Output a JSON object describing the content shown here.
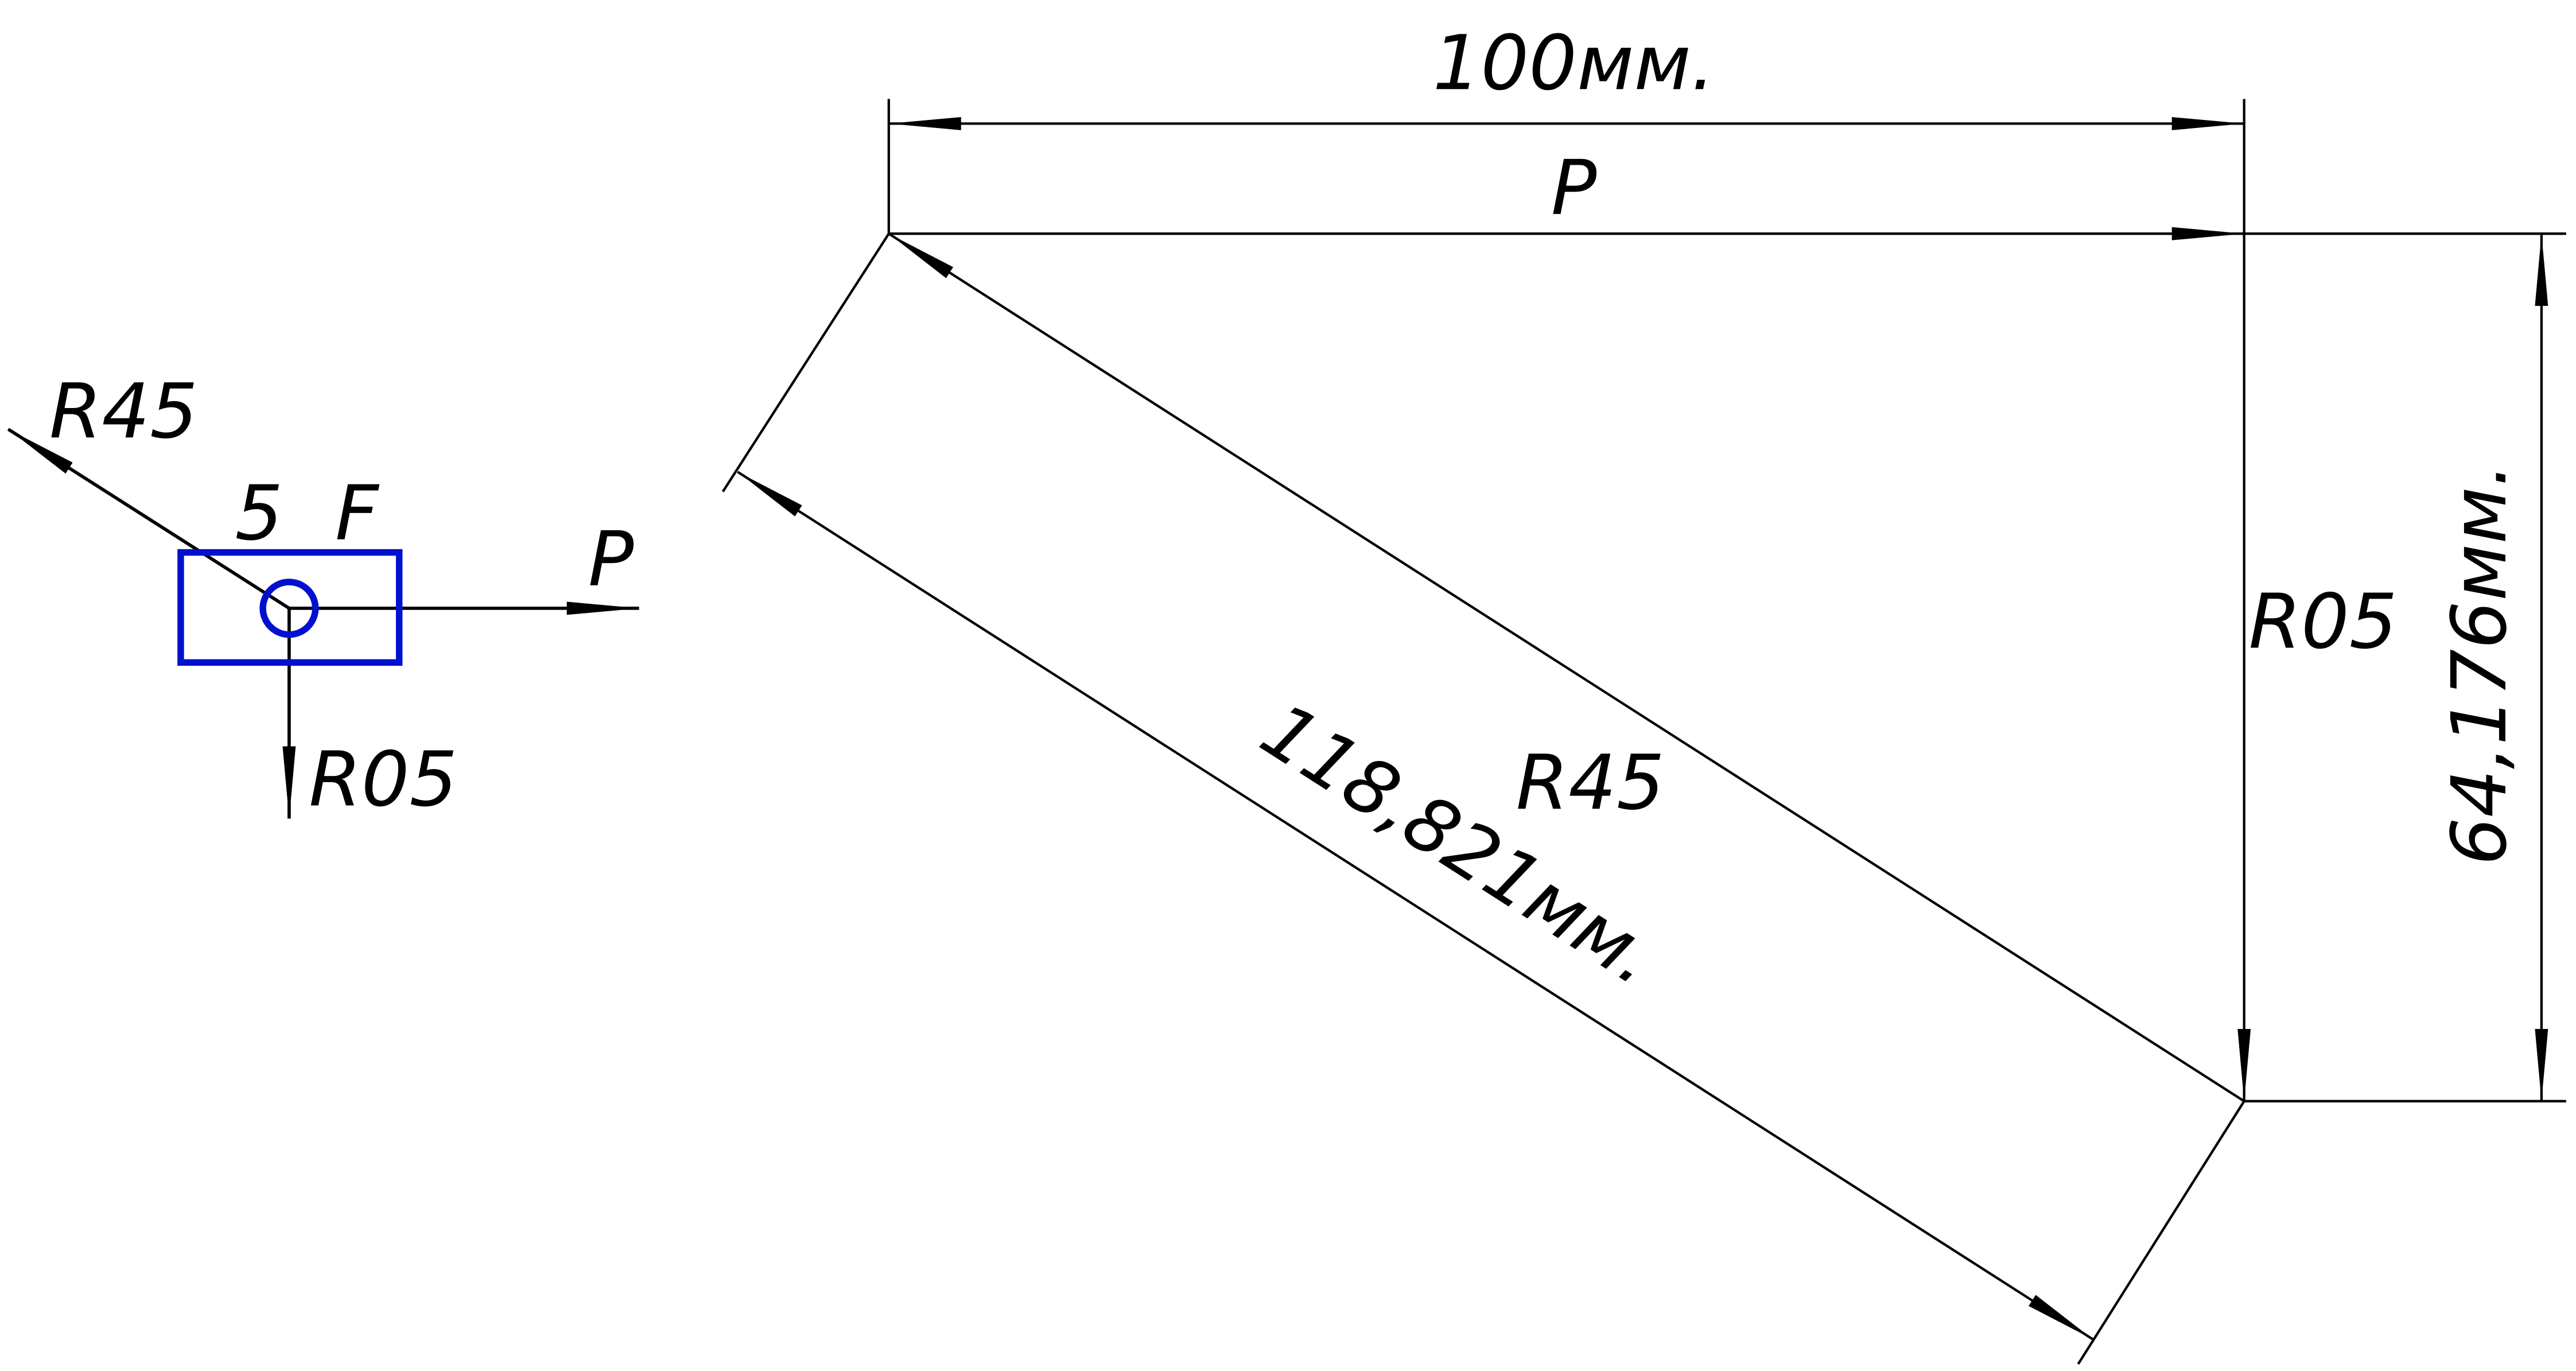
{
  "colors": {
    "line": "#000000",
    "highlight": "#0010d0",
    "background": "#ffffff"
  },
  "force_diagram": {
    "labels": {
      "r45": "R45",
      "node_number": "5",
      "node_letter": "F",
      "p": "P",
      "r05": "R05"
    }
  },
  "triangle": {
    "labels": {
      "p": "P",
      "r45": "R45",
      "r05": "R05"
    },
    "dimensions": {
      "top": "100мм.",
      "diagonal": "118,821мм.",
      "right": "64,176мм."
    }
  }
}
